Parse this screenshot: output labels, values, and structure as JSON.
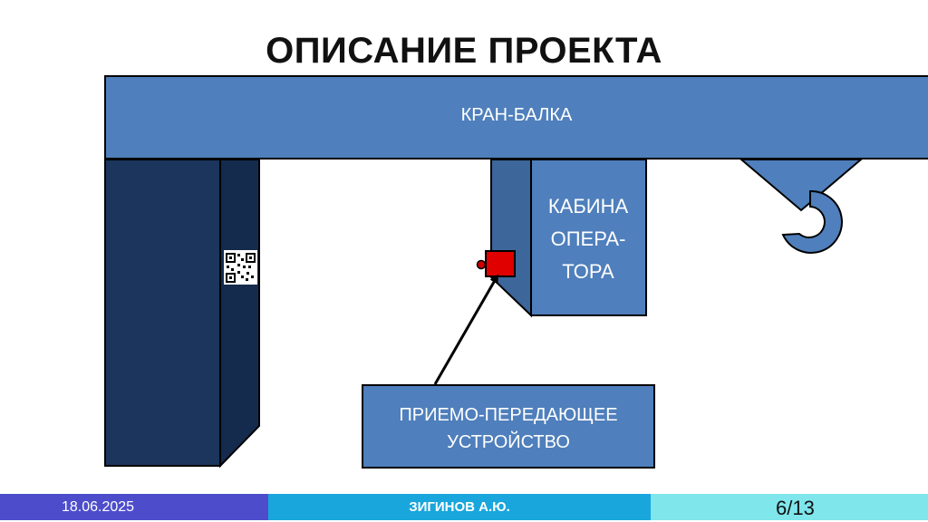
{
  "slide": {
    "title": "ОПИСАНИЕ ПРОЕКТА",
    "beam_label": "КРАН-БАЛКА",
    "cabin_label_lines": [
      "КАБИНА",
      "ОПЕРА-",
      "ТОРА"
    ],
    "device_label_lines": [
      "ПРИЕМО-ПЕРЕДАЮЩЕЕ",
      "УСТРОЙСТВО"
    ]
  },
  "footer": {
    "date": "18.06.2025",
    "author": "ЗИГИНОВ А.Ю.",
    "page": "6/13"
  },
  "colors": {
    "beam": "#4f7fbc",
    "column_front": "#1b355c",
    "column_side": "#152b4d",
    "cabin": "#4f7fbc",
    "cabin_side": "#3d669a",
    "device_box": "#4f7fbc",
    "transmitter": "#e00000",
    "footer_date_bg": "#4d4dcc",
    "footer_author_bg": "#19a6dc",
    "footer_page_bg": "#7fe6ec"
  }
}
